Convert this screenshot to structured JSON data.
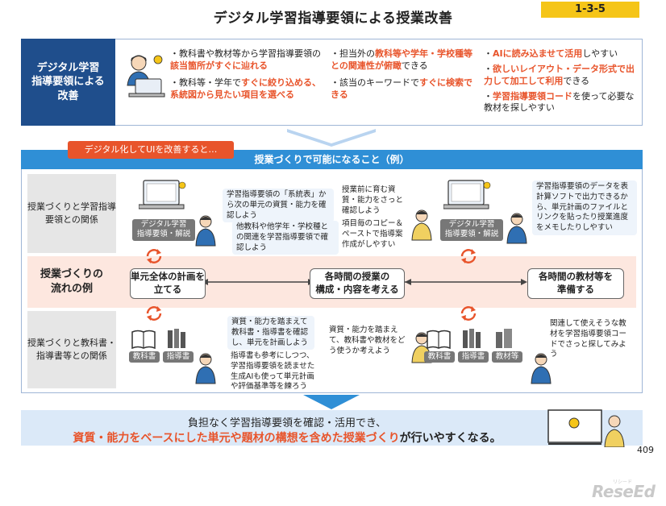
{
  "header": {
    "title": "デジタル学習指導要領による授業改善",
    "badge": "1-3-5"
  },
  "summary": {
    "label": "デジタル学習\n指導要領による\n改善",
    "col1": [
      {
        "pre": "教科書や教材等から学習指導要領の",
        "hl": "該当箇所がすぐに辿れる",
        "post": ""
      },
      {
        "pre": "教科等・学年で",
        "hl": "すぐに絞り込める、系統図から見たい項目を選べる",
        "post": ""
      }
    ],
    "col2": [
      {
        "pre": "担当外の",
        "hl": "教科等や学年・学校種等との関連性が俯瞰",
        "post": "できる"
      },
      {
        "pre": "該当のキーワードで",
        "hl": "すぐに検索できる",
        "post": ""
      }
    ],
    "col3": [
      {
        "pre": "",
        "hl": "AIに読み込ませて活用",
        "post": "しやすい"
      },
      {
        "pre": "",
        "hl": "欲しいレイアウト・データ形式で出力して加工して利用",
        "post": "できる"
      },
      {
        "pre": "",
        "hl": "学習指導要領コード",
        "post": "を使って必要な教材を探しやすい"
      }
    ]
  },
  "main": {
    "tab_label": "デジタル化してUIを改善すると…",
    "header": "授業づくりで可能になること（例）",
    "row1_label": "授業づくりと学習指導\n要領との関係",
    "row2_label": "授業づくりの\n流れの例",
    "row3_label": "授業づくりと教科書・\n指導書等との関係",
    "flow": [
      "単元全体の計画を\n立てる",
      "各時間の授業の\n構成・内容を考える",
      "各時間の教材等を\n準備する"
    ],
    "digital_tag": "デジタル学習\n指導要領・解説",
    "notes_top": [
      "学習指導要領の「系統表」から次の単元の資質・能力を確認しよう",
      "他教科や他学年・学校種との関連を学習指導要領で確認しよう",
      "授業前に育む資質・能力をさっと確認しよう",
      "項目毎のコピー＆ペーストで指導案作成がしやすい",
      "学習指導要領のデータを表計算ソフトで出力できるから、単元計画のファイルとリンクを貼ったり授業進度をメモしたりしやすい"
    ],
    "notes_bottom": [
      "資質・能力を踏まえて教科書・指導書を確認し、単元を計画しよう",
      "指導書も参考にしつつ、学習指導要領を読ませた生成AIも使って単元計画や評価基準等を練ろう",
      "資質・能力を踏まえて、教科書や教材をどう使うか考えよう",
      "関連して使えそうな教材を学習指導要領コードでさっと探してみよう"
    ],
    "tags_bottom": [
      "教科書",
      "指導書",
      "教科書",
      "指導書",
      "教材等"
    ]
  },
  "bottom": {
    "line1": "負担なく学習指導要領を確認・活用でき、",
    "line2_hl": "資質・能力をベースにした単元や題材の構想を含めた授業づくり",
    "line2_post": "が行いやすくなる。"
  },
  "page_number": "409",
  "logo": "ReseEd",
  "logo_sub": "リシード",
  "colors": {
    "navy": "#1f4e8c",
    "blue": "#2f8fd6",
    "orange": "#e8542b",
    "yellow": "#f5c518"
  }
}
